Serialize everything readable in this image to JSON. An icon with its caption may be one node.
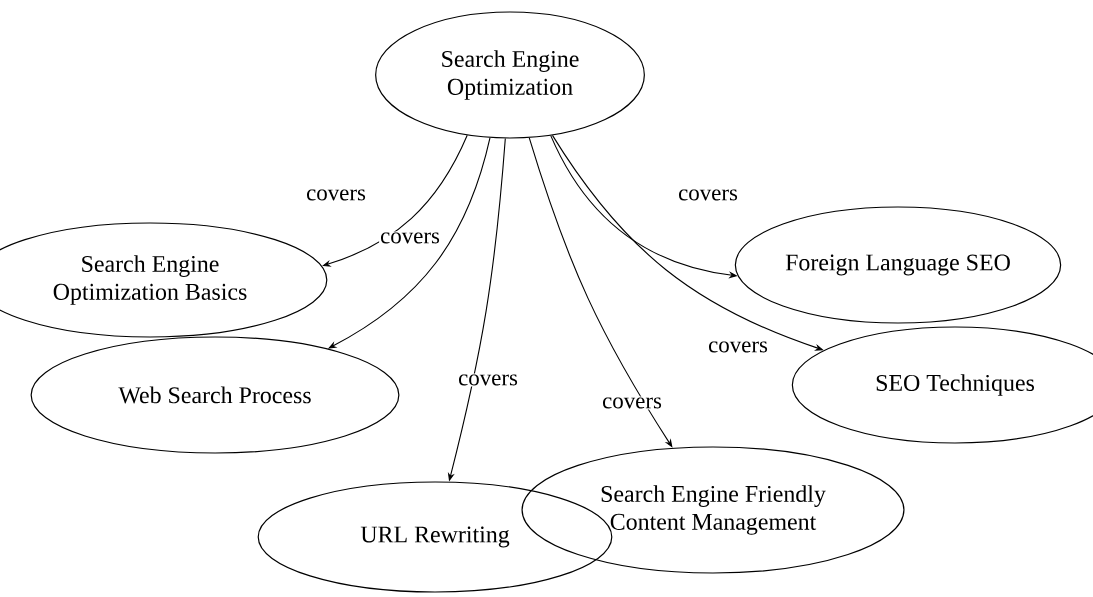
{
  "diagram": {
    "nodes": [
      {
        "text": [
          "Search Engine Optimization"
        ]
      },
      {
        "text": [
          "Search Engine Optimization Basics"
        ]
      },
      {
        "text": [
          "Web Search Process"
        ]
      },
      {
        "text": [
          "URL Rewriting"
        ]
      },
      {
        "text": [
          "Search Engine Friendly Content Management"
        ]
      },
      {
        "text": [
          "Foreign Language SEO"
        ]
      },
      {
        "text": [
          "SEO Techniques"
        ]
      }
    ],
    "edges": [
      {
        "from": 0,
        "to": 1,
        "arrow": "to",
        "label": "covers"
      },
      {
        "from": 0,
        "to": 2,
        "arrow": "to",
        "label": "covers"
      },
      {
        "from": 0,
        "to": 3,
        "arrow": "to",
        "label": "covers"
      },
      {
        "from": 0,
        "to": 4,
        "arrow": "to",
        "label": "covers"
      },
      {
        "from": 0,
        "to": 5,
        "arrow": "to",
        "label": "covers"
      },
      {
        "from": 0,
        "to": 6,
        "arrow": "to",
        "label": "covers"
      }
    ]
  }
}
